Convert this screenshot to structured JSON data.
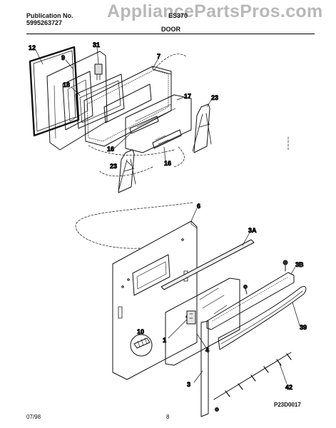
{
  "header": {
    "pub_label": "Publication No.",
    "pub_number": "5995263727",
    "model": "ES370",
    "section": "DOOR",
    "watermark": "AppliancePartsPros.com"
  },
  "callouts": {
    "c12": "12",
    "c9": "9",
    "c31": "31",
    "c18": "18",
    "c7": "7",
    "c17": "17",
    "c23a": "23",
    "c16a": "16",
    "c16b": "16",
    "c23b": "23",
    "c6": "6",
    "c3a": "3A",
    "c3b": "3B",
    "c10": "10",
    "c1": "1",
    "c4": "4",
    "c39": "39",
    "c42": "42",
    "c3": "3"
  },
  "footer": {
    "date": "07/98",
    "page": "8",
    "drawing_id": "P23D0017"
  }
}
